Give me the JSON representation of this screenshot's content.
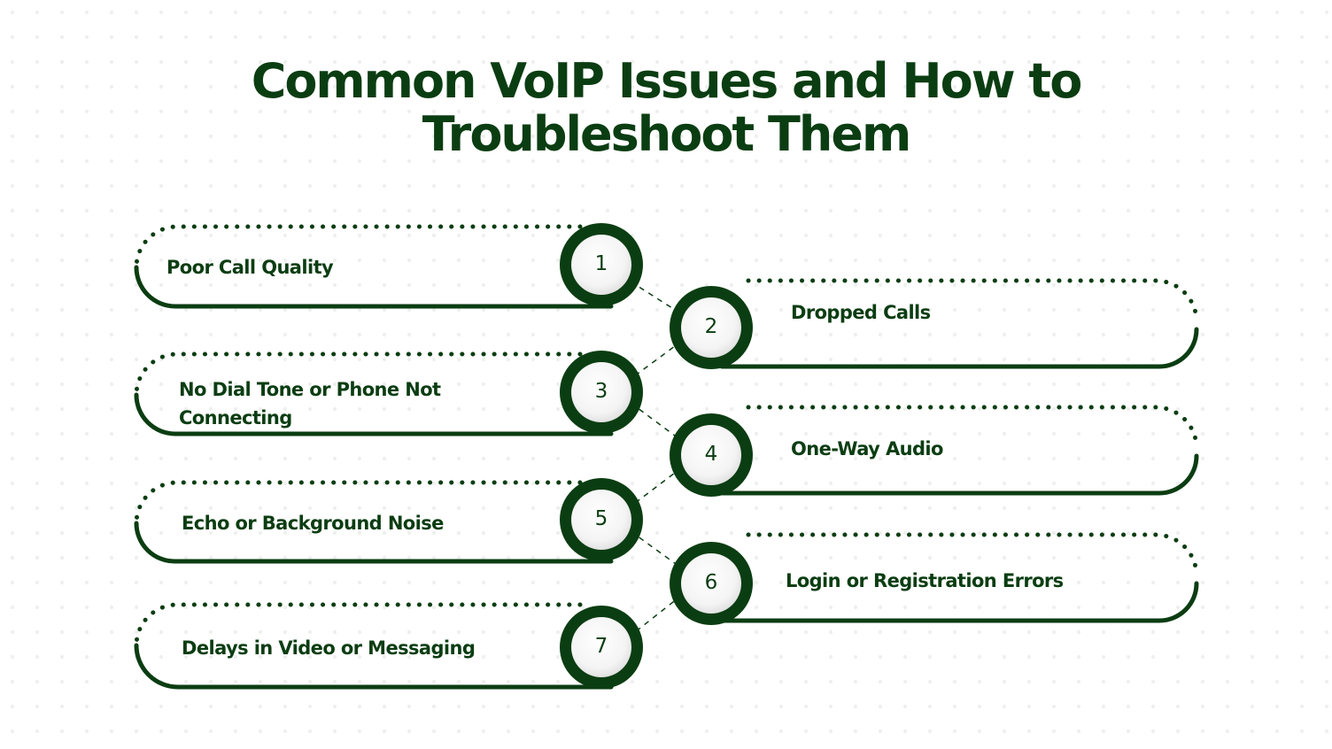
{
  "title": {
    "line1": "Common VoIP Issues and How to",
    "line2": "Troubleshoot Them"
  },
  "colors": {
    "primary": "#0b3d12",
    "background": "#ffffff",
    "dots": "#eef0ee"
  },
  "issues": [
    {
      "number": "1",
      "label": "Poor Call Quality"
    },
    {
      "number": "2",
      "label": "Dropped Calls"
    },
    {
      "number": "3",
      "label": "No Dial Tone or Phone Not Connecting"
    },
    {
      "number": "4",
      "label": "One-Way Audio"
    },
    {
      "number": "5",
      "label": "Echo or Background Noise"
    },
    {
      "number": "6",
      "label": "Login or Registration Errors"
    },
    {
      "number": "7",
      "label": "Delays in Video or Messaging"
    }
  ]
}
